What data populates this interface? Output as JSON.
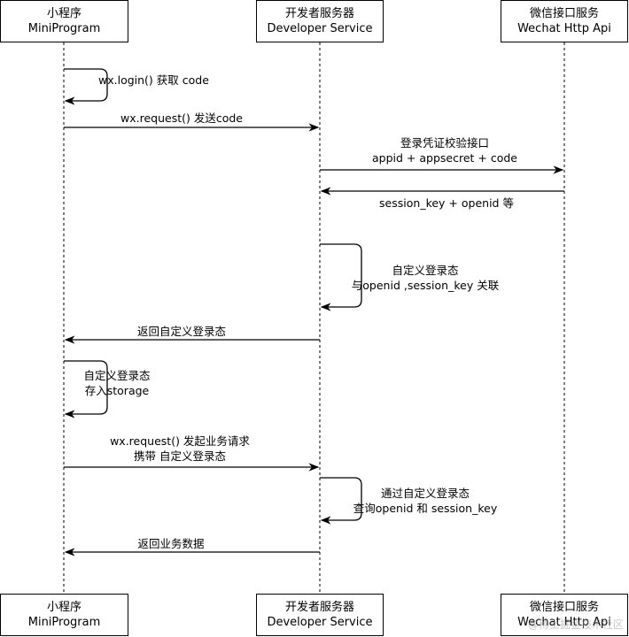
{
  "participants": [
    {
      "name_cn": "小程序",
      "name_en": "MiniProgram"
    },
    {
      "name_cn": "开发者服务器",
      "name_en": "Developer Service"
    },
    {
      "name_cn": "微信接口服务",
      "name_en": "Wechat Http Api"
    }
  ],
  "messages": [
    {
      "lines": [
        "wx.login() 获取 code"
      ]
    },
    {
      "lines": [
        "wx.request() 发送code"
      ]
    },
    {
      "lines": [
        "登录凭证校验接口",
        "appid + appsecret + code"
      ]
    },
    {
      "lines": [
        "session_key + openid 等"
      ]
    },
    {
      "lines": [
        "自定义登录态",
        "与openid ,session_key 关联"
      ]
    },
    {
      "lines": [
        "返回自定义登录态"
      ]
    },
    {
      "lines": [
        "自定义登录态",
        "存入storage"
      ]
    },
    {
      "lines": [
        "wx.request() 发起业务请求",
        "携带 自定义登录态"
      ]
    },
    {
      "lines": [
        "通过自定义登录态",
        "查询openid 和 session_key"
      ]
    },
    {
      "lines": [
        "返回业务数据"
      ]
    }
  ],
  "watermark": "@稀土掘金技术社区"
}
